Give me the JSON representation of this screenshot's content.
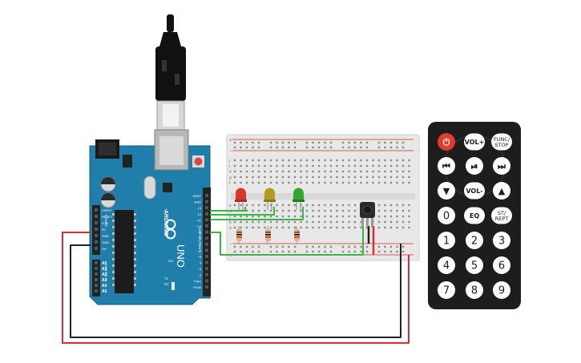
{
  "arduino": {
    "logo_text": "ARDUINO",
    "model": "UNO",
    "label_digital": "DIGITAL (PWM~)",
    "label_analog": "ANALOG IN",
    "label_power": "POWER",
    "power_pins": [
      "IOREF",
      "RESET",
      "3.3V",
      "5V",
      "GND",
      "GND",
      "Vin"
    ],
    "analog_pins": [
      "A0",
      "A1",
      "A2",
      "A3",
      "A4",
      "A5"
    ],
    "digital_pins": [
      "AREF",
      "GND",
      "13",
      "12",
      "~11",
      "~10",
      "~9",
      "8",
      "7",
      "~6",
      "~5",
      "4",
      "~3",
      "2",
      "TX▸1",
      "RX◂0"
    ],
    "tx_label": "TX",
    "rx_label": "RX",
    "l_label": "L",
    "on_label": "ON"
  },
  "breadboard": {
    "row_letters_top": [
      "j",
      "i",
      "h",
      "g",
      "f"
    ],
    "row_letters_bottom": [
      "e",
      "d",
      "c",
      "b",
      "a"
    ],
    "rail_plus": "+",
    "rail_minus": "-"
  },
  "components": {
    "leds": [
      {
        "name": "red-led",
        "color": "#d9352b"
      },
      {
        "name": "yellow-led",
        "color": "#b39a1e"
      },
      {
        "name": "green-led",
        "color": "#2fa82f"
      }
    ],
    "ir_receiver": "ir-receiver"
  },
  "wires": {
    "red": "#d0312d",
    "black": "#222222",
    "green": "#3bb54a"
  },
  "remote": {
    "buttons": [
      {
        "id": "power",
        "label": "⏻",
        "shape": "circle",
        "color": "#e23a2c"
      },
      {
        "id": "vol-up",
        "label": "VOL+",
        "shape": "oval",
        "color": "#ffffff"
      },
      {
        "id": "func-stop",
        "label1": "FUNC/",
        "label2": "STOP",
        "shape": "oval",
        "color": "#ffffff"
      },
      {
        "id": "prev",
        "label": "⏮",
        "shape": "circle",
        "color": "#ffffff"
      },
      {
        "id": "play-pause",
        "label": "⏯",
        "shape": "circle",
        "color": "#ffffff"
      },
      {
        "id": "next",
        "label": "⏭",
        "shape": "circle",
        "color": "#ffffff"
      },
      {
        "id": "down",
        "label": "▼",
        "shape": "circle",
        "color": "#ffffff"
      },
      {
        "id": "vol-down",
        "label": "VOL-",
        "shape": "oval",
        "color": "#ffffff"
      },
      {
        "id": "up",
        "label": "▲",
        "shape": "circle",
        "color": "#ffffff"
      },
      {
        "id": "zero",
        "label": "0",
        "shape": "circle",
        "color": "#ffffff"
      },
      {
        "id": "eq",
        "label": "EQ",
        "shape": "oval",
        "color": "#ffffff"
      },
      {
        "id": "st-rept",
        "label1": "ST/",
        "label2": "REPT",
        "shape": "oval",
        "color": "#ffffff"
      },
      {
        "id": "one",
        "label": "1",
        "shape": "circle",
        "color": "#ffffff"
      },
      {
        "id": "two",
        "label": "2",
        "shape": "circle",
        "color": "#ffffff"
      },
      {
        "id": "three",
        "label": "3",
        "shape": "circle",
        "color": "#ffffff"
      },
      {
        "id": "four",
        "label": "4",
        "shape": "circle",
        "color": "#ffffff"
      },
      {
        "id": "five",
        "label": "5",
        "shape": "circle",
        "color": "#ffffff"
      },
      {
        "id": "six",
        "label": "6",
        "shape": "circle",
        "color": "#ffffff"
      },
      {
        "id": "seven",
        "label": "7",
        "shape": "circle",
        "color": "#ffffff"
      },
      {
        "id": "eight",
        "label": "8",
        "shape": "circle",
        "color": "#ffffff"
      },
      {
        "id": "nine",
        "label": "9",
        "shape": "circle",
        "color": "#ffffff"
      }
    ]
  }
}
